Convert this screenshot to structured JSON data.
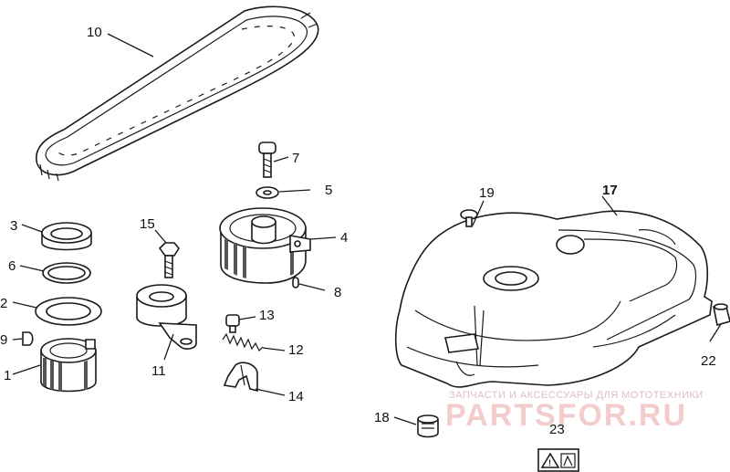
{
  "callouts": {
    "c1": "1",
    "c2": "2",
    "c3": "3",
    "c4": "4",
    "c5": "5",
    "c6": "6",
    "c7": "7",
    "c8": "8",
    "c9": "9",
    "c10": "10",
    "c11": "11",
    "c12": "12",
    "c13": "13",
    "c14": "14",
    "c15": "15",
    "c17": "17",
    "c18": "18",
    "c19": "19",
    "c22": "22",
    "c23": "23"
  },
  "watermark": {
    "tagline": "ЗАПЧАСТИ И АКСЕССУАРЫ ДЛЯ МОТОТЕХНИКИ",
    "brand": "PARTSFOR.RU"
  },
  "colors": {
    "ink": "#1a1a1a",
    "watermark": "#f3cccc"
  }
}
